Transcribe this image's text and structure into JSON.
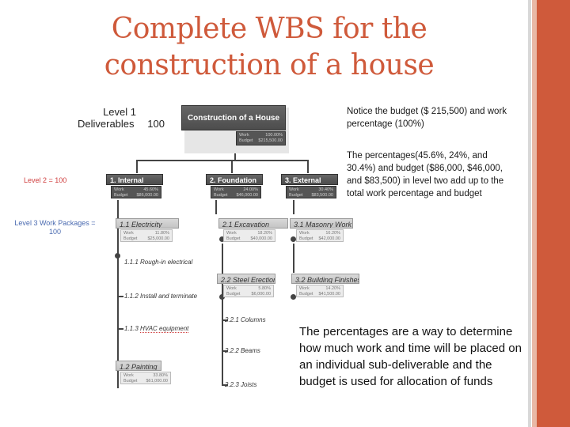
{
  "title": {
    "line1": "Complete WBS for the",
    "line2": "construction of a house"
  },
  "notes": {
    "budget_note": "Notice the budget ($ 215,500) and work percentage (100%)",
    "percent_note": "The percentages(45.6%, 24%, and 30.4%) and budget ($86,000, $46,000, and $83,500) in level two add up to the total work percentage and budget",
    "purpose_note": "The percentages are a way to determine how much work and time will be placed on an individual sub-deliverable and the budget is used for allocation of funds"
  },
  "levels": {
    "level1_line1": "Level 1",
    "level1_line2": "Deliverables",
    "level1_value": "100",
    "level2": "Level 2 = 100",
    "level3_line1": "Level 3 Work Packages =",
    "level3_line2": "100"
  },
  "wbs": {
    "root": {
      "label": "Construction of a House",
      "work_label": "Work",
      "work": "100.00%",
      "budget_label": "Budget",
      "budget": "$215,500.00"
    },
    "internal": {
      "label": "1. Internal",
      "work_label": "Work",
      "work": "45.60%",
      "budget_label": "Budget",
      "budget": "$86,000.00"
    },
    "foundation": {
      "label": "2. Foundation",
      "work_label": "Work",
      "work": "24.00%",
      "budget_label": "Budget",
      "budget": "$46,000.00"
    },
    "external": {
      "label": "3. External",
      "work_label": "Work",
      "work": "30.40%",
      "budget_label": "Budget",
      "budget": "$83,500.00"
    },
    "electricity": {
      "label": "1.1 Electricity",
      "work_label": "Work",
      "work": "11.80%",
      "budget_label": "Budget",
      "budget": "$25,000.00"
    },
    "excavation": {
      "label": "2.1 Excavation",
      "work_label": "Work",
      "work": "18.20%",
      "budget_label": "Budget",
      "budget": "$40,000.00"
    },
    "masonry": {
      "label": "3.1 Masonry Work",
      "work_label": "Work",
      "work": "16.20%",
      "budget_label": "Budget",
      "budget": "$42,000.00"
    },
    "steel": {
      "label": "2.2 Steel Erection",
      "work_label": "Work",
      "work": "5.80%",
      "budget_label": "Budget",
      "budget": "$6,000.00"
    },
    "finishes": {
      "label": "3.2 Building Finishes",
      "work_label": "Work",
      "work": "14.20%",
      "budget_label": "Budget",
      "budget": "$41,500.00"
    },
    "painting": {
      "label": "1.2 Painting",
      "work_label": "Work",
      "work": "33.80%",
      "budget_label": "Budget",
      "budget": "$61,000.00"
    },
    "leaf_111": "1.1.1 Rough-in electrical",
    "leaf_112": "1.1.2 Install and terminate",
    "leaf_113_num": "1.1.3",
    "leaf_113_text": "HVAC equipment",
    "leaf_221": "2.2.1 Columns",
    "leaf_222": "2.2.2 Beams",
    "leaf_223": "2.2.3 Joists"
  },
  "colors": {
    "title": "#cf5a3b",
    "accent_stripe": "#cf5a3b",
    "level2_label": "#d04040",
    "level3_label": "#4a6ab0",
    "node_dark": "#555555",
    "node_light": "#d0d0d0"
  }
}
